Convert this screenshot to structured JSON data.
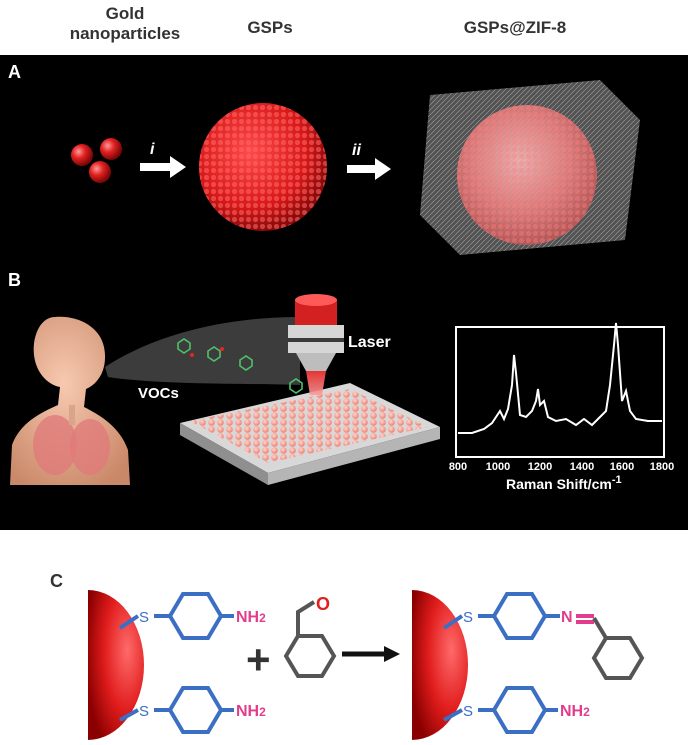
{
  "header": {
    "col1": "Gold nanoparticles",
    "col2": "GSPs",
    "col3": "GSPs@ZIF-8"
  },
  "panel_a": {
    "letter": "A",
    "step_i": "i",
    "step_ii": "ii"
  },
  "panel_b": {
    "letter": "B",
    "laser_label": "Laser",
    "vocs_label": "VOCs",
    "spectrum": {
      "xlabel_main": "Raman Shift/cm",
      "xlabel_sup": "-1",
      "ticks": [
        "800",
        "1000",
        "1200",
        "1400",
        "1600",
        "1800"
      ]
    }
  },
  "panel_c": {
    "letter": "C",
    "sulfur": "S",
    "nh2_top": "NH",
    "nh2_bottom": "NH",
    "nh2_bottom_right": "NH",
    "sub2": "2",
    "oxygen": "O",
    "nitrogen": "N",
    "plus": "+"
  },
  "colors": {
    "gold_red": "#e02020",
    "linker_blue": "#3b6fc4",
    "amine_pink": "#e23d8c",
    "oxygen_red": "#e02020",
    "ring_gray": "#555555"
  }
}
